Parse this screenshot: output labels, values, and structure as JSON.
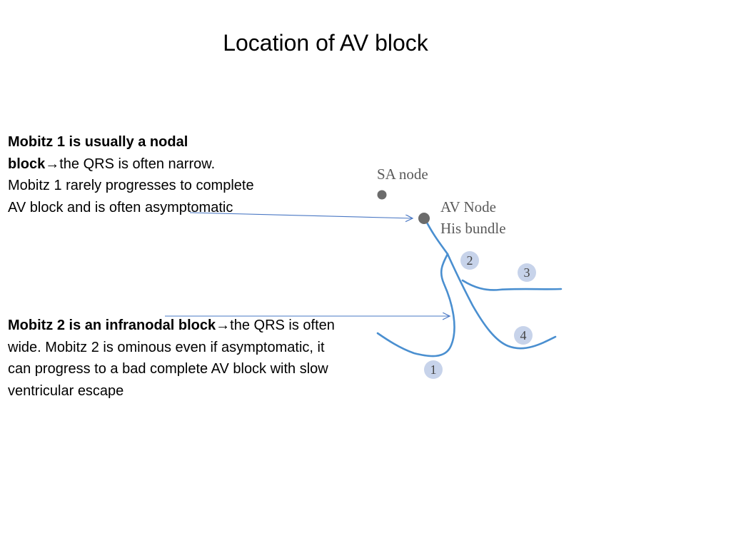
{
  "slide": {
    "title": "Location of AV block"
  },
  "notes": {
    "mobitz1": {
      "bold": "Mobitz 1 is usually a nodal block",
      "arrow": "→",
      "text": "the QRS is often narrow. Mobitz 1 rarely progresses to complete AV block and is often asymptomatic"
    },
    "mobitz2": {
      "bold": "Mobitz 2 is an infranodal block",
      "arrow": "→",
      "text": "the QRS is often wide. Mobitz 2 is ominous even if asymptomatic, it can progress to a bad complete AV block with slow ventricular escape"
    }
  },
  "diagram": {
    "labels": {
      "sa_node": "SA node",
      "av_node": "AV Node",
      "his_bundle": "His bundle"
    },
    "badges": [
      "1",
      "2",
      "3",
      "4"
    ],
    "colors": {
      "fiber": "#4a8fd0",
      "pointer_arrow": "#4a78c4",
      "badge": "#c7d3ea",
      "node": "#6b6b6b"
    }
  }
}
